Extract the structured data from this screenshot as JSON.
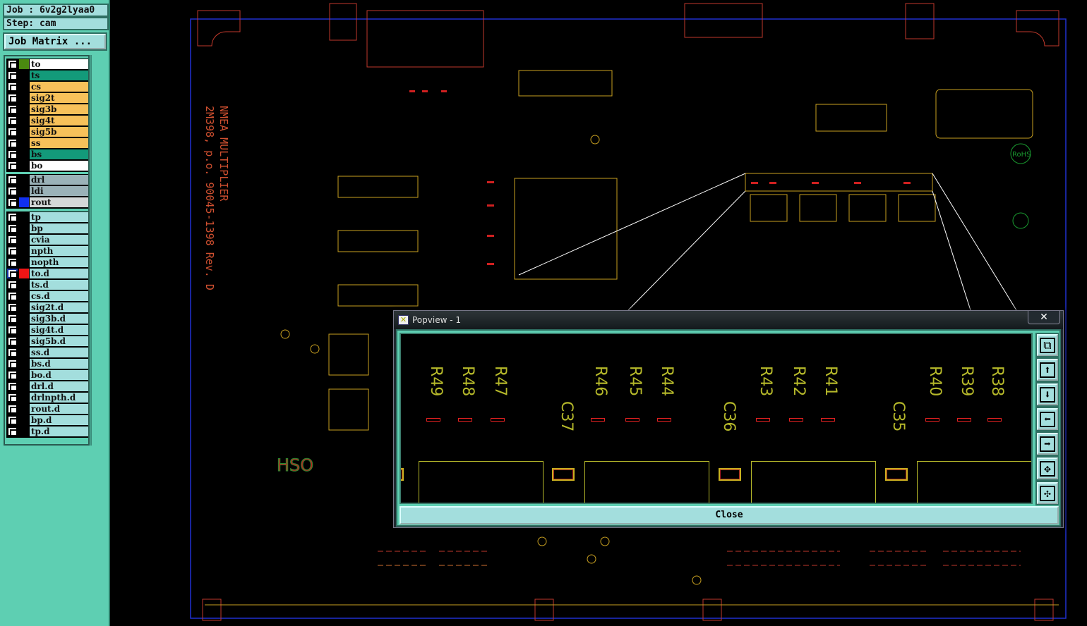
{
  "header": {
    "job": "Job : 6v2g2lyaa0",
    "step": "Step: cam",
    "job_matrix": "Job Matrix ..."
  },
  "layers": {
    "group1": [
      {
        "name": "to",
        "color": "#ffffff",
        "swatch": "#4a8a10"
      },
      {
        "name": "ts",
        "color": "#139a7a"
      },
      {
        "name": "cs",
        "color": "#f7c15a"
      },
      {
        "name": "sig2t",
        "color": "#f7c15a"
      },
      {
        "name": "sig3b",
        "color": "#f7c15a"
      },
      {
        "name": "sig4t",
        "color": "#f7c15a"
      },
      {
        "name": "sig5b",
        "color": "#f7c15a"
      },
      {
        "name": "ss",
        "color": "#f7c15a"
      },
      {
        "name": "bs",
        "color": "#139a7a"
      },
      {
        "name": "bo",
        "color": "#ffffff"
      }
    ],
    "group2": [
      {
        "name": "drl",
        "color": "#9ab2b8"
      },
      {
        "name": "ldi",
        "color": "#9ab2b8"
      },
      {
        "name": "rout",
        "color": "#d4d8d8",
        "swatch": "#1030f0"
      }
    ],
    "group3": [
      {
        "name": "tp"
      },
      {
        "name": "bp"
      },
      {
        "name": "cvia"
      },
      {
        "name": "npth"
      },
      {
        "name": "nopth"
      },
      {
        "name": "to.d",
        "swatch": "#ee1515",
        "selected": true
      },
      {
        "name": "ts.d"
      },
      {
        "name": "cs.d"
      },
      {
        "name": "sig2t.d"
      },
      {
        "name": "sig3b.d"
      },
      {
        "name": "sig4t.d"
      },
      {
        "name": "sig5b.d"
      },
      {
        "name": "ss.d"
      },
      {
        "name": "bs.d"
      },
      {
        "name": "bo.d"
      },
      {
        "name": "drl.d"
      },
      {
        "name": "drlnpth.d"
      },
      {
        "name": "rout.d"
      },
      {
        "name": "bp.d"
      },
      {
        "name": "tp.d"
      }
    ]
  },
  "board": {
    "title1": "NMEA MULTIPLIER",
    "title2": "2M398, p.o. 90045-1398 Rev. D",
    "logo": "HSO",
    "rohs": "RoHS"
  },
  "popview": {
    "title": "Popview - 1",
    "close_x": "✕",
    "close_label": "Close",
    "resistors": [
      "R49",
      "R48",
      "R47",
      "R46",
      "R45",
      "R44",
      "R43",
      "R42",
      "R41",
      "R40",
      "R39",
      "R38"
    ],
    "capacitors": [
      "C37",
      "C36",
      "C35"
    ],
    "tools": [
      "zoom-home",
      "pan-up",
      "pan-down",
      "pan-left",
      "pan-right",
      "zoom-in",
      "zoom-out"
    ]
  }
}
